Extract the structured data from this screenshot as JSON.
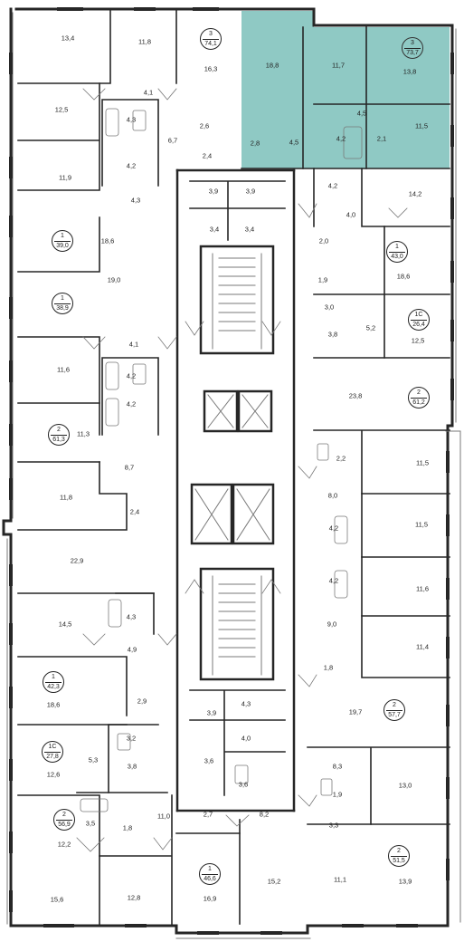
{
  "colors": {
    "highlight": "#8fc9c4",
    "wall": "#262626",
    "thin": "#7a7a7a"
  },
  "apartments": [
    {
      "id": "a1",
      "rooms": "3",
      "area": "74,1"
    },
    {
      "id": "a2",
      "rooms": "3",
      "area": "73,7",
      "highlighted": true
    },
    {
      "id": "a3",
      "rooms": "1",
      "area": "39,0"
    },
    {
      "id": "a4",
      "rooms": "1",
      "area": "43,0"
    },
    {
      "id": "a5",
      "rooms": "1",
      "area": "38,9"
    },
    {
      "id": "a6",
      "rooms": "1С",
      "area": "26,4"
    },
    {
      "id": "a7",
      "rooms": "2",
      "area": "61,2"
    },
    {
      "id": "a8",
      "rooms": "2",
      "area": "61,3"
    },
    {
      "id": "a9",
      "rooms": "1",
      "area": "42,3"
    },
    {
      "id": "a10",
      "rooms": "2",
      "area": "57,7"
    },
    {
      "id": "a11",
      "rooms": "1С",
      "area": "27,8"
    },
    {
      "id": "a12",
      "rooms": "2",
      "area": "56,9"
    },
    {
      "id": "a13",
      "rooms": "2",
      "area": "51,5"
    },
    {
      "id": "a14",
      "rooms": "1",
      "area": "46,6"
    }
  ],
  "room_areas": [
    "13,4",
    "11,8",
    "16,3",
    "18,8",
    "11,7",
    "13,8",
    "4,1",
    "12,5",
    "4,3",
    "2,6",
    "4,5",
    "11,5",
    "6,7",
    "2,8",
    "4,5",
    "4,2",
    "2,1",
    "4,2",
    "2,4",
    "11,9",
    "4,3",
    "3,9",
    "3,9",
    "4,2",
    "14,2",
    "3,4",
    "3,4",
    "4,0",
    "18,6",
    "2,0",
    "19,0",
    "18,6",
    "1,9",
    "3,0",
    "5,2",
    "12,5",
    "3,8",
    "4,1",
    "11,6",
    "23,8",
    "4,2",
    "4,2",
    "11,3",
    "2,2",
    "8,7",
    "11,5",
    "11,8",
    "8,0",
    "2,4",
    "11,5",
    "22,9",
    "4,2",
    "11,6",
    "4,2",
    "4,3",
    "14,5",
    "9,0",
    "4,9",
    "11,4",
    "1,8",
    "18,6",
    "2,9",
    "4,3",
    "19,7",
    "3,9",
    "4,0",
    "3,2",
    "3,6",
    "8,3",
    "5,3",
    "3,8",
    "13,0",
    "3,6",
    "12,6",
    "1,9",
    "3,3",
    "3,5",
    "11,0",
    "12,2",
    "1,8",
    "2,7",
    "8,2",
    "15,6",
    "12,8",
    "16,9",
    "15,2",
    "11,1",
    "13,9"
  ]
}
